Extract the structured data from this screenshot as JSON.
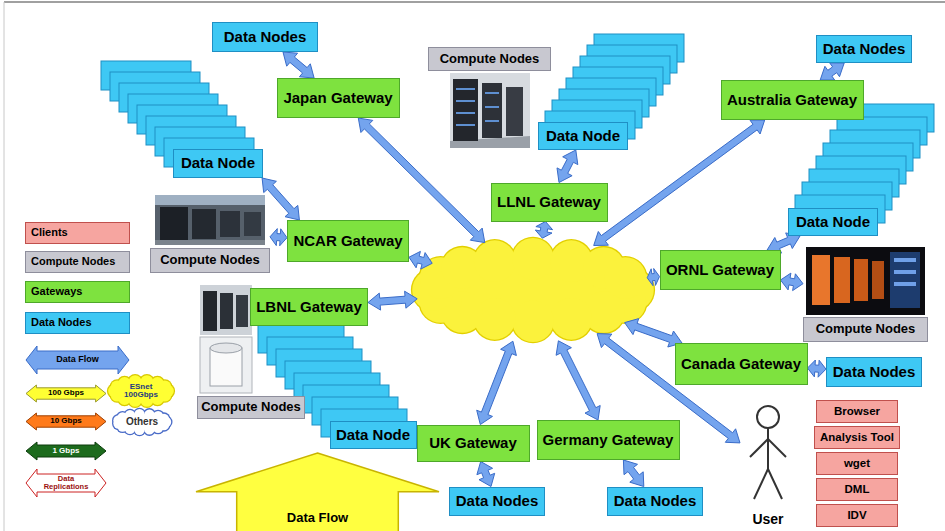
{
  "diagram": {
    "nodes": [
      {
        "text": [
          "Data Nodes"
        ]
      },
      {
        "text": [
          "Data Nodes"
        ]
      },
      {
        "text": [
          "Compute Nodes"
        ]
      },
      {
        "text": [
          "Japan Gateway"
        ]
      },
      {
        "text": [
          "Australia Gateway"
        ]
      },
      {
        "text": [
          "Data Node"
        ]
      },
      {
        "text": [
          "Data Node"
        ]
      },
      {
        "text": [
          "LLNL Gateway"
        ]
      },
      {
        "text": [
          "Data Node"
        ]
      },
      {
        "text": [
          "NCAR Gateway"
        ]
      },
      {
        "text": [
          "Compute Nodes"
        ]
      },
      {
        "text": [
          "ORNL Gateway"
        ]
      },
      {
        "text": [
          "Compute Nodes"
        ]
      },
      {
        "text": [
          "LBNL Gateway"
        ]
      },
      {
        "text": [
          "Compute Nodes"
        ]
      },
      {
        "text": []
      },
      {
        "text": [
          "Canada Gateway"
        ]
      },
      {
        "text": [
          "Data Nodes"
        ]
      },
      {
        "text": [
          "Browser"
        ]
      },
      {
        "text": [
          "Data Node"
        ]
      },
      {
        "text": [
          "UK Gateway"
        ]
      },
      {
        "text": [
          "Germany Gateway"
        ]
      },
      {
        "text": [
          "Analysis Tool"
        ]
      },
      {
        "text": [
          "wget"
        ]
      },
      {
        "text": [
          "DML"
        ]
      },
      {
        "text": [
          "Data Flow"
        ]
      },
      {
        "text": [
          "Data Nodes"
        ]
      },
      {
        "text": [
          "Data Nodes"
        ]
      },
      {
        "text": [
          "IDV"
        ]
      },
      {
        "text": [
          "User"
        ]
      }
    ],
    "edges": [
      {
        "from": 0,
        "to": 3,
        "arrow": "both"
      },
      {
        "from": 1,
        "to": 4,
        "arrow": "both"
      },
      {
        "from": 3,
        "to": 15,
        "arrow": "both"
      },
      {
        "from": 4,
        "to": 15,
        "arrow": "both"
      },
      {
        "from": 5,
        "to": 7,
        "arrow": "both"
      },
      {
        "from": 7,
        "to": 15,
        "arrow": "both"
      },
      {
        "from": 6,
        "to": 9,
        "arrow": "both"
      },
      {
        "from": 10,
        "to": 9,
        "arrow": "both"
      },
      {
        "from": 9,
        "to": 15,
        "arrow": "both"
      },
      {
        "from": 8,
        "to": 11,
        "arrow": "both"
      },
      {
        "from": 11,
        "to": 14,
        "arrow": "both"
      },
      {
        "from": 11,
        "to": 15,
        "arrow": "both"
      },
      {
        "from": 13,
        "to": 15,
        "arrow": "both"
      },
      {
        "from": 16,
        "to": 15,
        "arrow": "both"
      },
      {
        "from": 16,
        "to": 17,
        "arrow": "both"
      },
      {
        "from": 20,
        "to": 15,
        "arrow": "both"
      },
      {
        "from": 20,
        "to": 26,
        "arrow": "both"
      },
      {
        "from": 21,
        "to": 15,
        "arrow": "both"
      },
      {
        "from": 21,
        "to": 27,
        "arrow": "both"
      },
      {
        "from": 15,
        "to": 29,
        "arrow": "both"
      }
    ],
    "legend": [
      {
        "text": "Clients",
        "color": "#f6a5a0"
      },
      {
        "text": "Compute Nodes",
        "color": "#c8c8d0"
      },
      {
        "text": "Gateways",
        "color": "#7ee23f"
      },
      {
        "text": "Data Nodes",
        "color": "#3ec8f4"
      },
      {
        "text": "Data Flow"
      },
      {
        "text": "100 Gbps"
      },
      {
        "text": "ESnet 100Gbps"
      },
      {
        "text": "10 Gbps"
      },
      {
        "text": "Others"
      },
      {
        "text": "1 Gbps"
      },
      {
        "text": "Data Replications"
      }
    ]
  }
}
